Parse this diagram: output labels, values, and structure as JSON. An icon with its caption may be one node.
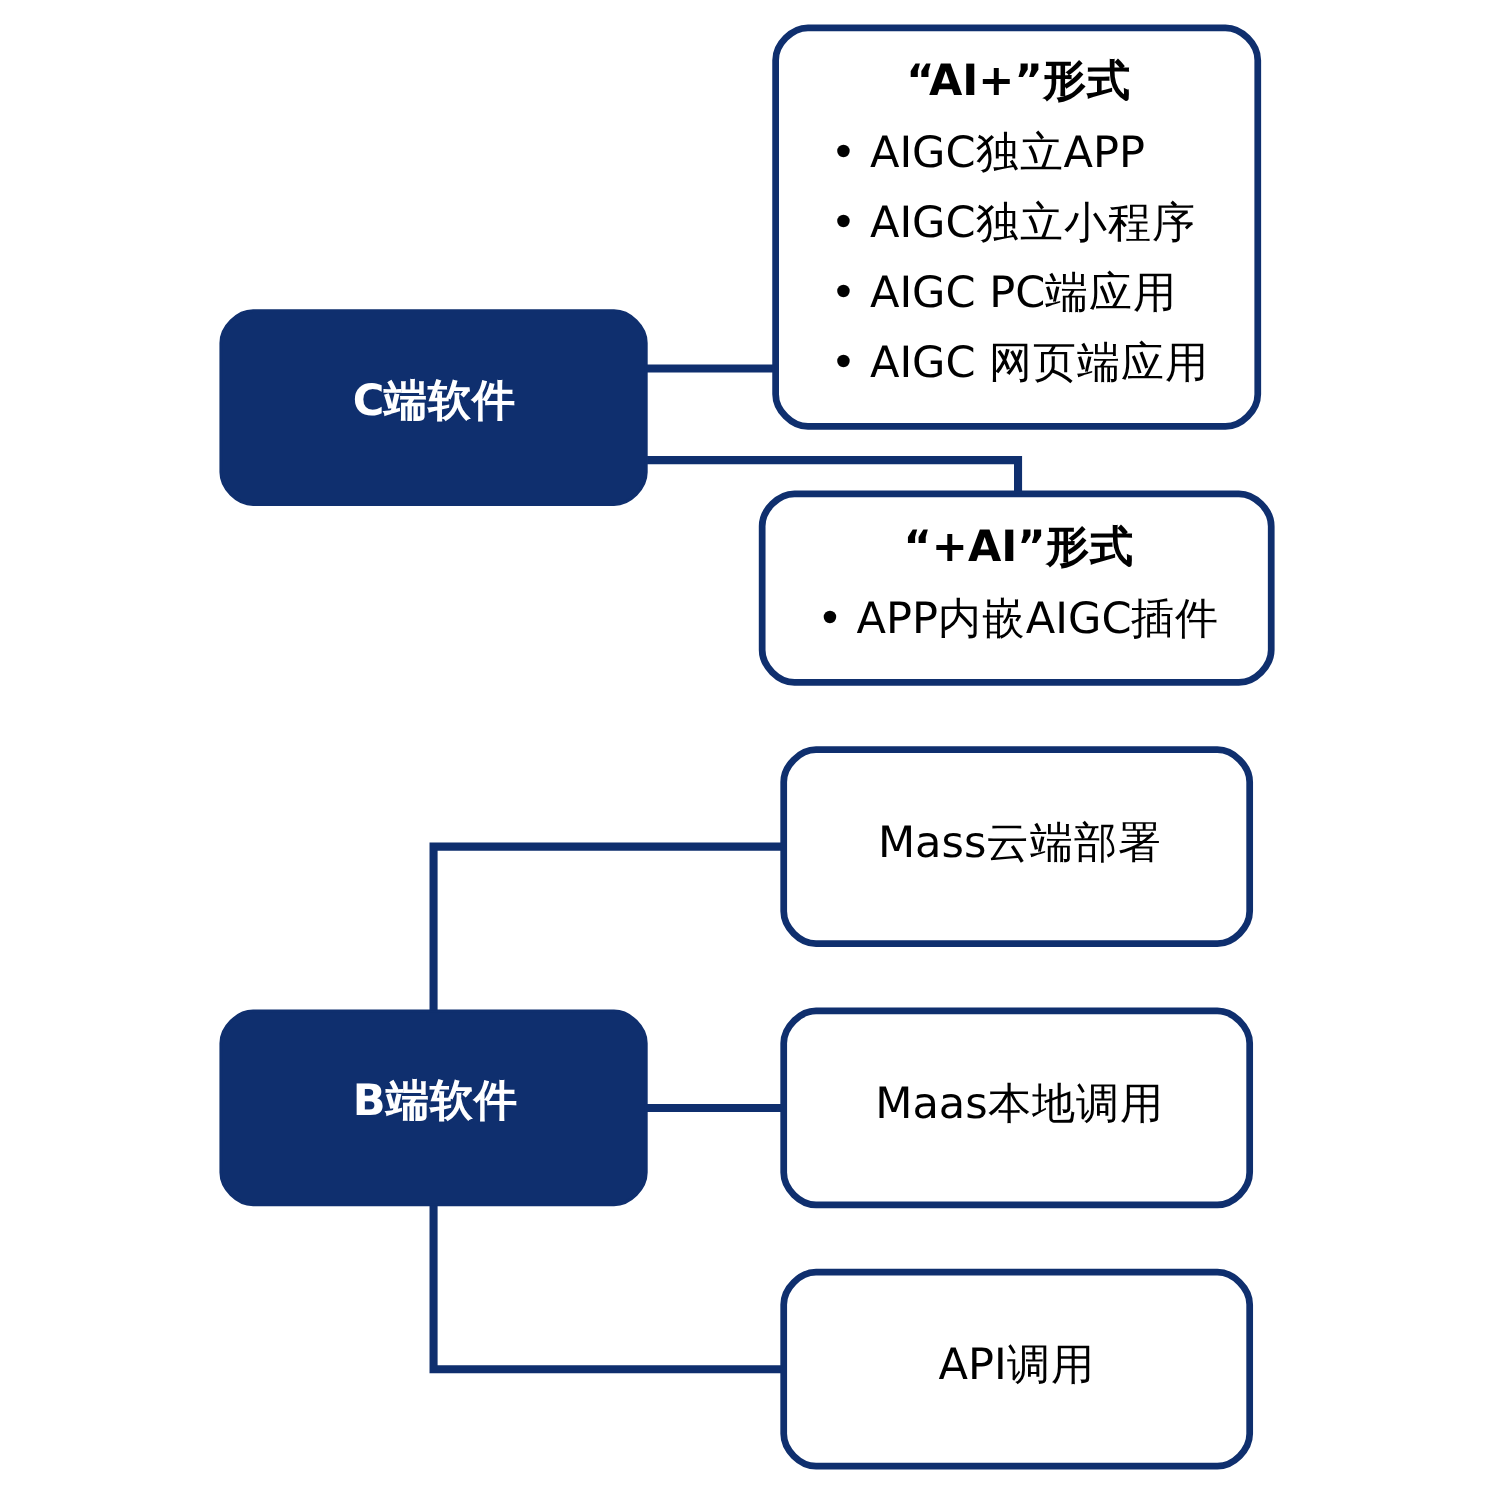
{
  "diagram": {
    "nodes": [
      {
        "text": [
          "B端软件"
        ]
      },
      {
        "text": [
          "Mass云端部署"
        ]
      },
      {
        "text": [
          "Maas本地调用"
        ]
      },
      {
        "text": [
          "API调用"
        ]
      },
      {
        "text": [
          "C端软件"
        ]
      },
      {
        "text": [
          "“AI+”形式",
          "• AIGC独立APP",
          "• AIGC独立小程序",
          "• AIGC PC端应用",
          "• AIGC 网页端应用"
        ]
      },
      {
        "text": [
          "“+AI”形式",
          "• APP内嵌AIGC插件"
        ]
      }
    ],
    "edges": [
      {
        "from": 0,
        "to": 1,
        "arrow": "none"
      },
      {
        "from": 0,
        "to": 2,
        "arrow": "none"
      },
      {
        "from": 0,
        "to": 3,
        "arrow": "none"
      },
      {
        "from": 4,
        "to": 5,
        "arrow": "none"
      },
      {
        "from": 4,
        "to": 6,
        "arrow": "none"
      }
    ]
  }
}
